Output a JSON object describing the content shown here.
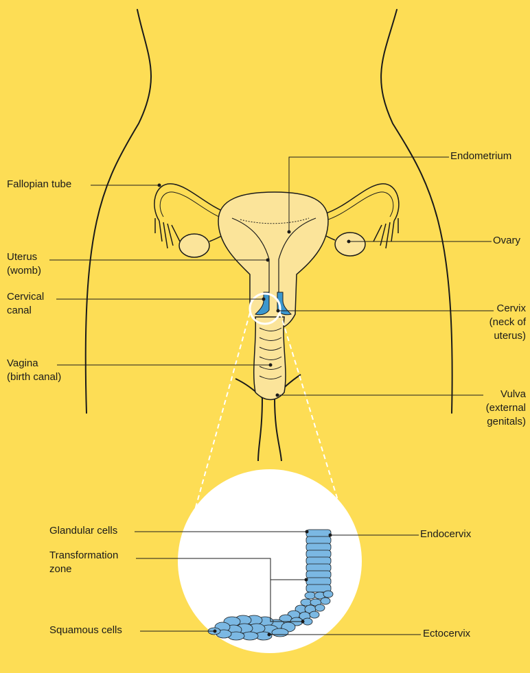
{
  "colors": {
    "background": "#FDDD55",
    "organ_fill": "#FBE49A",
    "outline": "#1a1a1a",
    "cervix_blue": "#3B97CE",
    "cell_blue": "#7BB8E3",
    "zoom_circle": "#FFFFFF"
  },
  "labels": {
    "endometrium": "Endometrium",
    "fallopian_tube": "Fallopian tube",
    "ovary": "Ovary",
    "uterus": "Uterus\n(womb)",
    "cervical_canal": "Cervical\ncanal",
    "cervix": "Cervix\n(neck of\nuterus)",
    "vagina": "Vagina\n(birth canal)",
    "vulva": "Vulva\n(external\ngenitals)"
  },
  "inset_labels": {
    "glandular_cells": "Glandular cells",
    "transformation_zone": "Transformation\nzone",
    "squamous_cells": "Squamous cells",
    "endocervix": "Endocervix",
    "ectocervix": "Ectocervix"
  }
}
